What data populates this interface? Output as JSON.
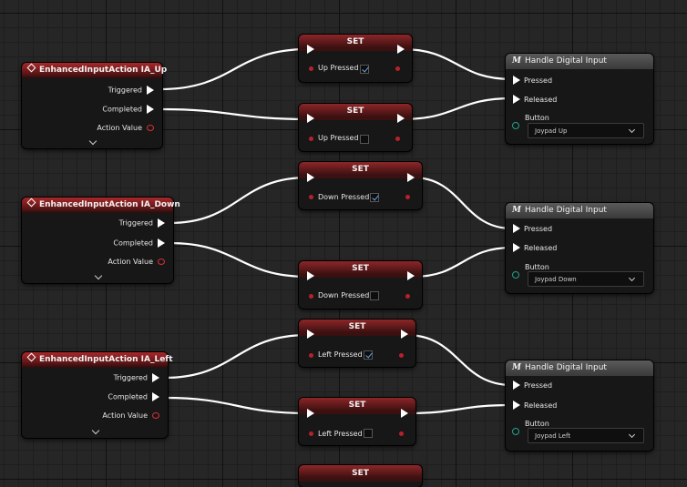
{
  "colors": {
    "event_header": "#a8282b",
    "set_header": "#8d2628",
    "wire": "#ffffff",
    "bool_pin": "#b82129",
    "enum_pin": "#24a08a",
    "check": "#6fa7e3"
  },
  "events": [
    {
      "title": "EnhancedInputAction IA_Up",
      "triggered": "Triggered",
      "completed": "Completed",
      "action_value": "Action Value"
    },
    {
      "title": "EnhancedInputAction IA_Down",
      "triggered": "Triggered",
      "completed": "Completed",
      "action_value": "Action Value"
    },
    {
      "title": "EnhancedInputAction IA_Left",
      "triggered": "Triggered",
      "completed": "Completed",
      "action_value": "Action Value"
    }
  ],
  "sets": [
    {
      "title": "SET",
      "var": "Up Pressed",
      "checked": true
    },
    {
      "title": "SET",
      "var": "Up Pressed",
      "checked": false
    },
    {
      "title": "SET",
      "var": "Down Pressed",
      "checked": true
    },
    {
      "title": "SET",
      "var": "Down Pressed",
      "checked": false
    },
    {
      "title": "SET",
      "var": "Left Pressed",
      "checked": true
    },
    {
      "title": "SET",
      "var": "Left Pressed",
      "checked": false
    },
    {
      "title": "SET"
    }
  ],
  "handlers": [
    {
      "title": "Handle Digital Input",
      "pressed": "Pressed",
      "released": "Released",
      "button_label": "Button",
      "button_value": "Joypad Up"
    },
    {
      "title": "Handle Digital Input",
      "pressed": "Pressed",
      "released": "Released",
      "button_label": "Button",
      "button_value": "Joypad Down"
    },
    {
      "title": "Handle Digital Input",
      "pressed": "Pressed",
      "released": "Released",
      "button_label": "Button",
      "button_value": "Joypad Left"
    }
  ]
}
